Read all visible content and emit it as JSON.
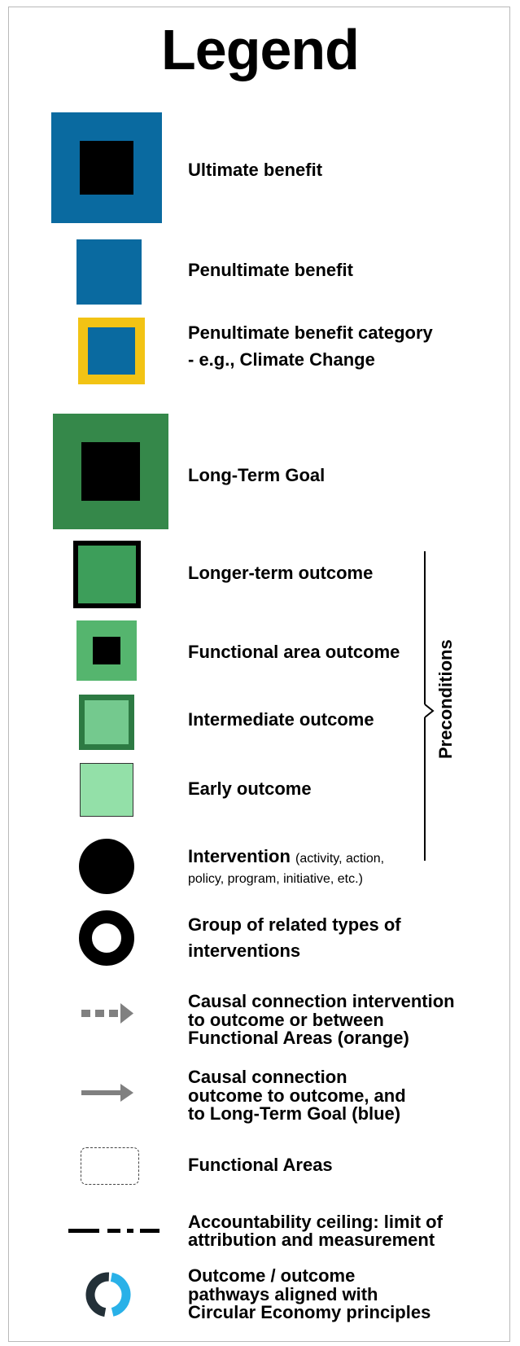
{
  "title": "Legend",
  "colors": {
    "benefit_blue": "#0a6aa0",
    "category_yellow": "#f2c314",
    "goal_green": "#35884a",
    "longer_term_green": "#3d9e5a",
    "functional_green": "#55b56e",
    "intermediate_border": "#2d7a43",
    "intermediate_fill": "#74c98e",
    "early_fill": "#93e0a8",
    "arrow_gray": "#808080",
    "circular_dark": "#233038",
    "circular_light": "#29b1e8"
  },
  "items": [
    {
      "icon": "ultimate-benefit-icon",
      "label": "Ultimate benefit"
    },
    {
      "icon": "penultimate-benefit-icon",
      "label": "Penultimate benefit"
    },
    {
      "icon": "penultimate-category-icon",
      "label": "Penultimate benefit category",
      "label2": "- e.g., Climate Change"
    },
    {
      "icon": "long-term-goal-icon",
      "label": "Long-Term Goal"
    },
    {
      "icon": "longer-term-outcome-icon",
      "label": "Longer-term outcome"
    },
    {
      "icon": "functional-area-outcome-icon",
      "label": "Functional area outcome"
    },
    {
      "icon": "intermediate-outcome-icon",
      "label": "Intermediate outcome"
    },
    {
      "icon": "early-outcome-icon",
      "label": "Early outcome"
    },
    {
      "icon": "intervention-icon",
      "label": "Intervention",
      "note": "(activity, action,",
      "note2": "policy, program, initiative, etc.)"
    },
    {
      "icon": "intervention-group-icon",
      "label": "Group of related types of",
      "label2": "interventions"
    },
    {
      "icon": "dashed-arrow-icon",
      "label": "Causal connection intervention",
      "label2": "to outcome or between",
      "label3": "Functional Areas (orange)"
    },
    {
      "icon": "solid-arrow-icon",
      "label": "Causal connection",
      "label2": "outcome to outcome, and",
      "label3": "to Long-Term Goal (blue)"
    },
    {
      "icon": "functional-areas-box-icon",
      "label": "Functional Areas"
    },
    {
      "icon": "dash-dot-line-icon",
      "label": "Accountability ceiling: limit of",
      "label2": "attribution and measurement"
    },
    {
      "icon": "circular-economy-icon",
      "label": "Outcome / outcome",
      "label2": "pathways aligned with",
      "label3": "Circular Economy principles"
    }
  ],
  "preconditions_label": "Preconditions"
}
